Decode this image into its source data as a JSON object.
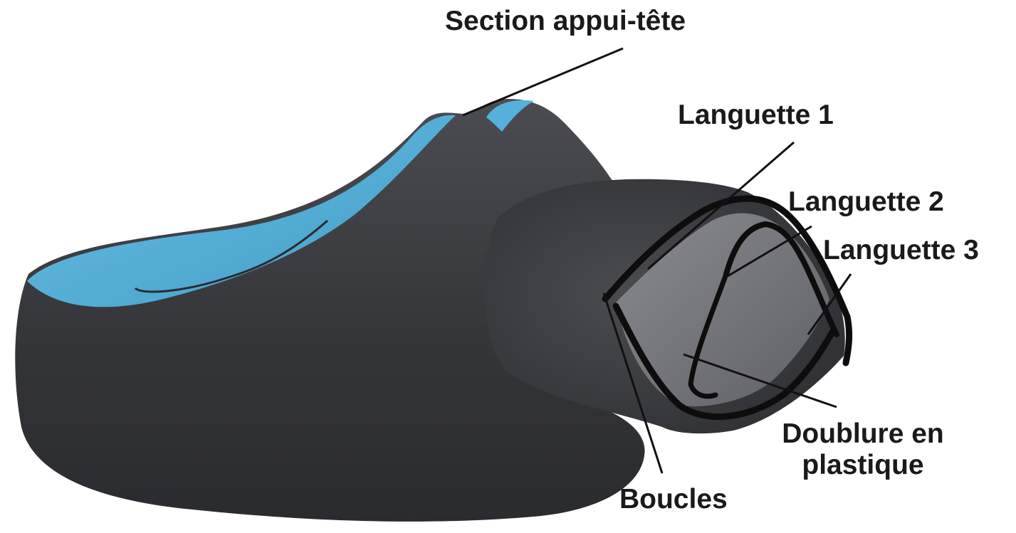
{
  "diagram": {
    "labels": {
      "headrest_section": "Section appui-tête",
      "tab_1": "Languette 1",
      "tab_2": "Languette 2",
      "tab_3": "Languette 3",
      "plastic_liner_line1": "Doublure en",
      "plastic_liner_line2": "plastique",
      "loops": "Boucles"
    },
    "colors": {
      "body": "#35363a",
      "body_highlight": "#4b4c51",
      "inner_surface": "#4aa6cf",
      "inner_surface_light": "#6cc0e3",
      "liner": "#75767b",
      "leader_line": "#111111",
      "background": "#ffffff"
    }
  }
}
